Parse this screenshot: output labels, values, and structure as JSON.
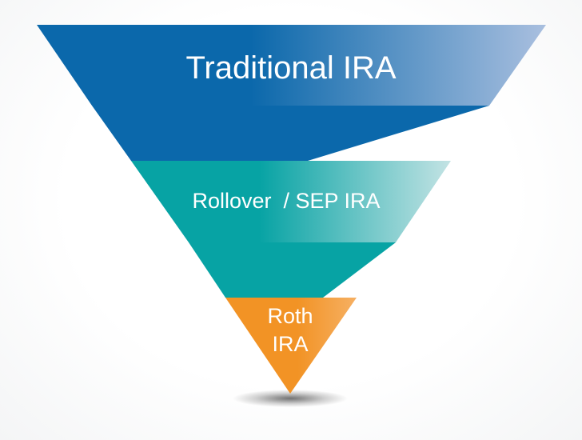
{
  "funnel": {
    "tiers": [
      {
        "label": "Traditional IRA",
        "color_dark": "#0b68ab",
        "color_light": "#a9bfdf"
      },
      {
        "label": "Rollover  / SEP IRA",
        "color_dark": "#07a3a4",
        "color_light": "#b9dfe0"
      },
      {
        "label_line1": "Roth",
        "label_line2": "IRA",
        "color_dark": "#f29325",
        "color_light": "#f6ac58"
      }
    ],
    "connector_colors": [
      "#0b68ab",
      "#07a3a4"
    ]
  }
}
